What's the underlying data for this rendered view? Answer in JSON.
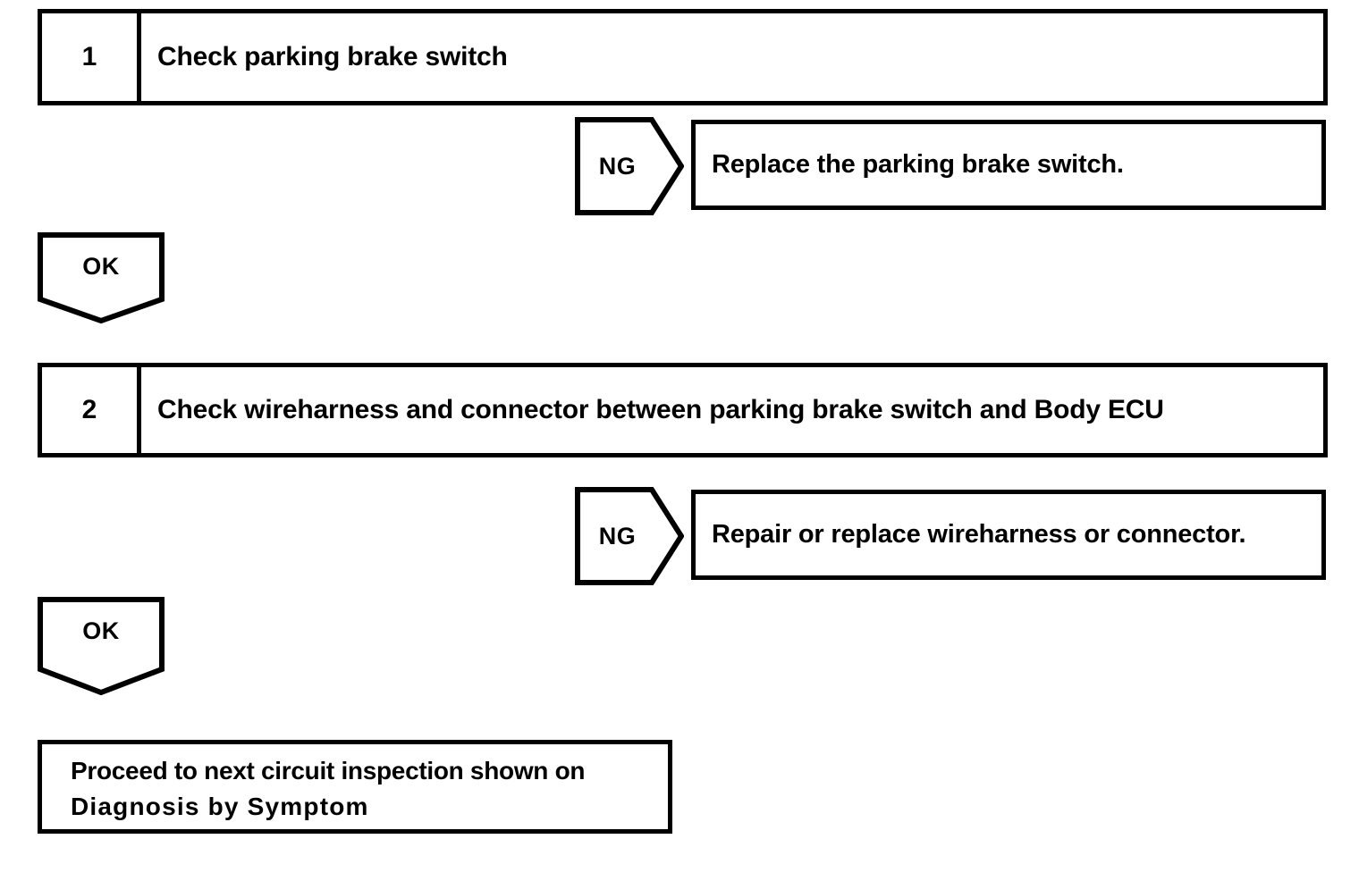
{
  "diagram": {
    "type": "troubleshooting-flowchart",
    "line_color": "#000000",
    "background_color": "#ffffff",
    "text_color": "#000000"
  },
  "steps": [
    {
      "number": "1",
      "title": "Check parking brake switch",
      "ng_label": "NG",
      "ng_action": "Replace the parking brake switch.",
      "ok_label": "OK"
    },
    {
      "number": "2",
      "title": "Check wireharness and connector between parking brake switch and Body ECU",
      "ng_label": "NG",
      "ng_action": "Repair or replace wireharness or connector.",
      "ok_label": "OK"
    }
  ],
  "final": {
    "line1": "Proceed to next circuit inspection shown on",
    "line2": "Diagnosis by Symptom"
  }
}
